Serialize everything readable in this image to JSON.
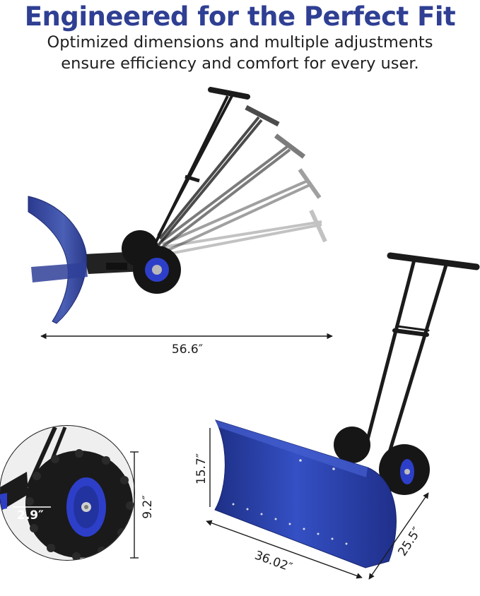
{
  "headline": "Engineered for the Perfect Fit",
  "subline_1": "Optimized dimensions and multiple adjustments",
  "subline_2": "ensure efficiency and comfort for every user.",
  "dimensions": {
    "overall_length": "56.6″",
    "blade_height": "15.7″",
    "blade_width": "36.02″",
    "blade_depth": "25.5″",
    "wheel_width": "2.9″",
    "wheel_diameter": "9.2″"
  },
  "colors": {
    "brand_blue": "#2f3f93",
    "blade_blue": "#2a3fa8",
    "frame_black": "#1b1b1b",
    "hub_blue": "#2d3fc8"
  }
}
